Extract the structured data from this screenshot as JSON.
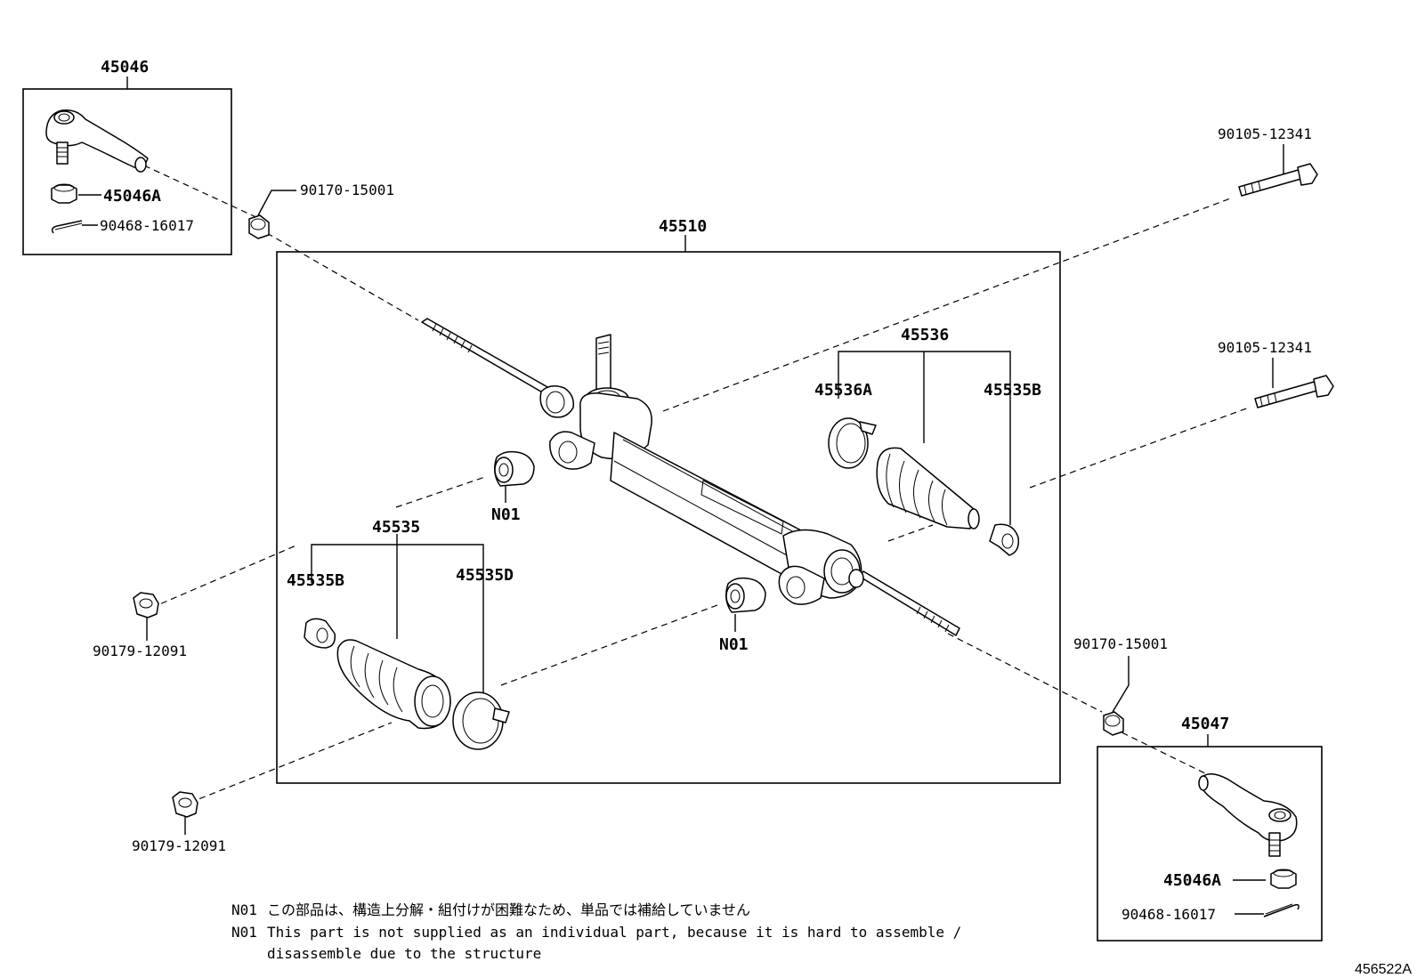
{
  "labels": {
    "tie_rod_end_left": "45046",
    "nut_left": "45046A",
    "cotter_pin_left": "90468-16017",
    "bushing_left": "90170-15001",
    "rack_assembly": "45510",
    "bolt_top": "90105-12341",
    "bolt_middle": "90105-12341",
    "boot_set_right": "45536",
    "clamp_right_a": "45536A",
    "clip_right_b": "45535B",
    "grommet_upper": "N01",
    "boot_set_left": "45535",
    "clip_left_b": "45535B",
    "clamp_left_d": "45535D",
    "nut_upper_left": "90179-12091",
    "grommet_lower": "N01",
    "nut_lower_left": "90179-12091",
    "bushing_right": "90170-15001",
    "tie_rod_end_right": "45047",
    "nut_right": "45046A",
    "cotter_pin_right": "90468-16017"
  },
  "notes": {
    "line1_tag": "N01",
    "line1_text": "この部品は、構造上分解・組付けが困難なため、単品では補給していません",
    "line2_tag": "N01",
    "line2_text": "This part is not supplied as an individual part, because it is hard to assemble /",
    "line3_text": "disassemble due to the structure"
  },
  "diagram_ref": "456522A"
}
